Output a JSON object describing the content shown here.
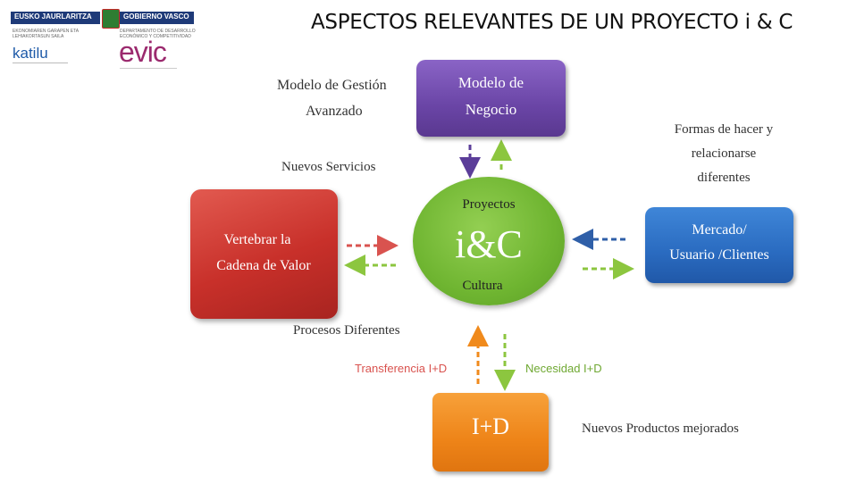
{
  "title": "ASPECTOS RELEVANTES DE UN PROYECTO i & C",
  "logos": {
    "basque_left": "EUSKO JAURLARITZA",
    "basque_right": "GOBIERNO VASCO",
    "basque_left_sub": "EKONOMIAREN GARAPEN ETA LEHIAKORTASUN SAILA",
    "basque_right_sub": "DEPARTAMENTO DE DESARROLLO ECONÓMICO Y COMPETITIVIDAD",
    "katilu": "katilu",
    "evic": "evic"
  },
  "labels": {
    "modelo_gestion_1": "Modelo de Gestión",
    "modelo_gestion_2": "Avanzado",
    "nuevos_servicios": "Nuevos Servicios",
    "formas_1": "Formas de hacer y",
    "formas_2": "relacionarse",
    "formas_3": "diferentes",
    "procesos": "Procesos Diferentes",
    "transferencia": "Transferencia I+D",
    "necesidad": "Necesidad I+D",
    "nuevos_productos": "Nuevos Productos mejorados"
  },
  "boxes": {
    "negocio_1": "Modelo de",
    "negocio_2": "Negocio",
    "vertebrar_1": "Vertebrar la",
    "vertebrar_2": "Cadena de Valor",
    "mercado_1": "Mercado/",
    "mercado_2": "Usuario /Clientes",
    "id": "I+D"
  },
  "center": {
    "proyectos": "Proyectos",
    "ic": "i&C",
    "cultura": "Cultura"
  },
  "colors": {
    "purple": "#6a45a6",
    "red": "#c8302a",
    "blue": "#2a6bc0",
    "orange": "#ee8418",
    "green": "#6fb531",
    "arrow_red": "#d9534f",
    "arrow_green": "#8cc63f",
    "arrow_purple": "#5b3d99",
    "arrow_blue": "#2f5fa8",
    "arrow_orange": "#f08a1c"
  }
}
